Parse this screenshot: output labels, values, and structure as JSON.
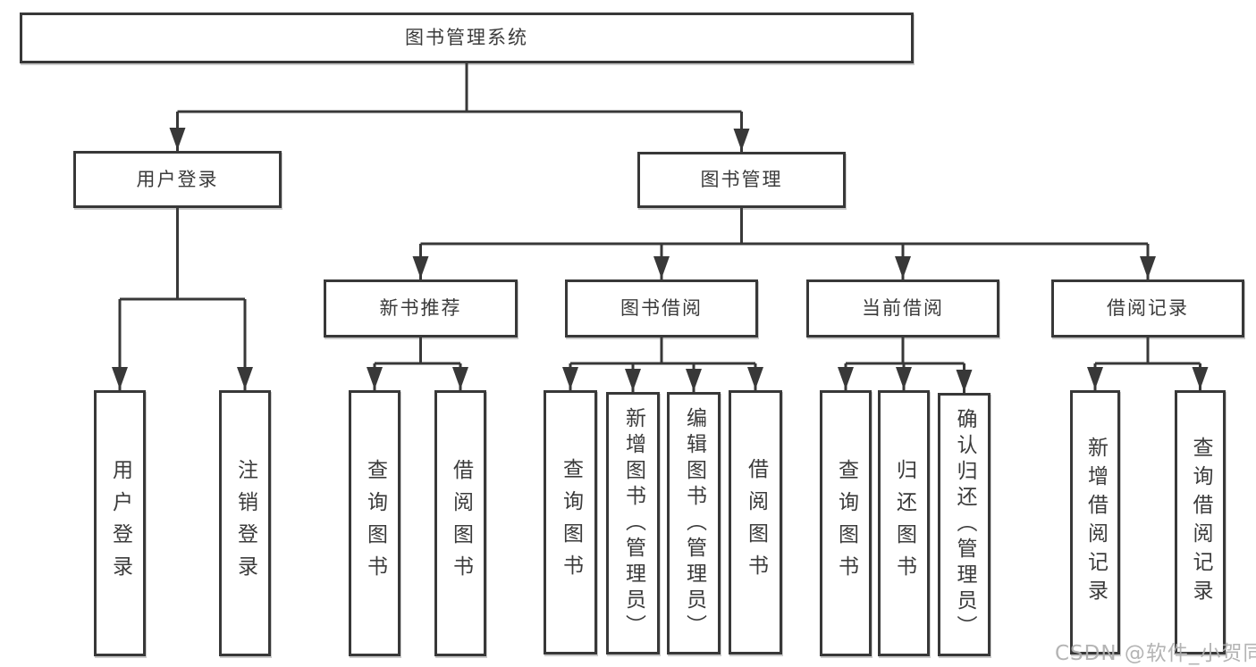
{
  "diagram": {
    "title": "图书管理系统",
    "type": "tree",
    "colors": {
      "background": "#ffffff",
      "line": "#383838",
      "box_border": "#383838",
      "box_fill": "#ffffff",
      "text": "#3b3b3b",
      "watermark_text": "#aeaeae"
    },
    "nodes": {
      "root": {
        "label": "图书管理系统"
      },
      "login": {
        "label": "用户登录"
      },
      "mgmt": {
        "label": "图书管理"
      },
      "rec": {
        "label": "新书推荐"
      },
      "borrow": {
        "label": "图书借阅"
      },
      "current": {
        "label": "当前借阅"
      },
      "record": {
        "label": "借阅记录"
      },
      "login-user": {
        "label": "用户登录"
      },
      "login-logout": {
        "label": "注销登录"
      },
      "rec-query": {
        "label": "查询图书"
      },
      "rec-borrow": {
        "label": "借阅图书"
      },
      "borrow-query": {
        "label": "查询图书"
      },
      "borrow-add": {
        "label": "新增图书（管理员）"
      },
      "borrow-edit": {
        "label": "编辑图书（管理员）"
      },
      "borrow-do": {
        "label": "借阅图书"
      },
      "current-query": {
        "label": "查询图书"
      },
      "current-return": {
        "label": "归还图书"
      },
      "current-confirm": {
        "label": "确认归还（管理员）"
      },
      "record-add": {
        "label": "新增借阅记录"
      },
      "record-query": {
        "label": "查询借阅记录"
      }
    },
    "hierarchy": {
      "图书管理系统": {
        "用户登录": [
          "用户登录",
          "注销登录"
        ],
        "图书管理": {
          "新书推荐": [
            "查询图书",
            "借阅图书"
          ],
          "图书借阅": [
            "查询图书",
            "新增图书（管理员）",
            "编辑图书（管理员）",
            "借阅图书"
          ],
          "当前借阅": [
            "查询图书",
            "归还图书",
            "确认归还（管理员）"
          ],
          "借阅记录": [
            "新增借阅记录",
            "查询借阅记录"
          ]
        }
      }
    }
  },
  "watermark": {
    "text": "CSDN @软件_小贺同学"
  }
}
